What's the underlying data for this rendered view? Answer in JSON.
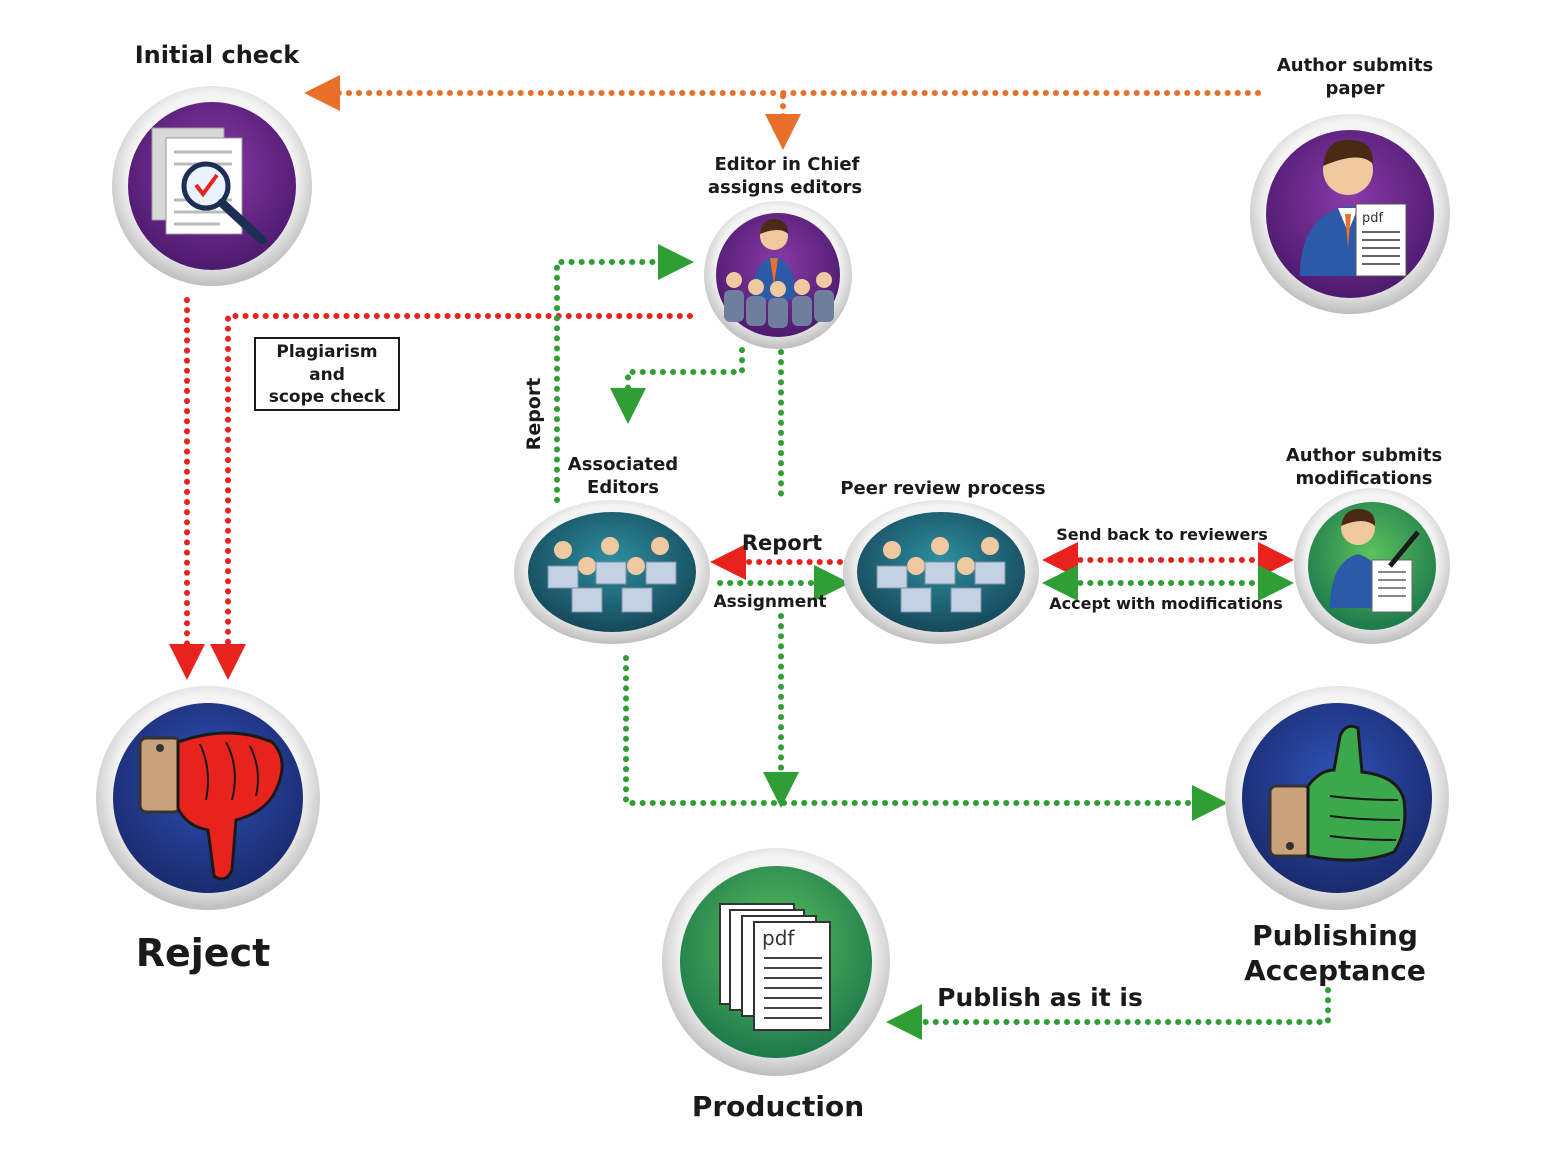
{
  "labels": {
    "initial_check": "Initial check",
    "author_submits_paper_1": "Author submits",
    "author_submits_paper_2": "paper",
    "editor_in_chief_1": "Editor in Chief",
    "editor_in_chief_2": "assigns editors",
    "plagiarism_1": "Plagiarism",
    "plagiarism_2": "and",
    "plagiarism_3": "scope check",
    "report_vertical": "Report",
    "associated_editors_1": "Associated",
    "associated_editors_2": "Editors",
    "peer_review": "Peer review process",
    "author_mod_1": "Author submits",
    "author_mod_2": "modifications",
    "report": "Report",
    "assignment": "Assignment",
    "send_back": "Send back to reviewers",
    "accept_mod": "Accept with modifications",
    "reject": "Reject",
    "publishing_1": "Publishing",
    "publishing_2": "Acceptance",
    "publish_as_is": "Publish as it is",
    "production": "Production",
    "pdf": "pdf"
  },
  "colors": {
    "orange": "#e8702a",
    "red": "#e8231e",
    "green": "#2e9e35",
    "purple": "#6a2a8c",
    "navy": "#1f3a8f",
    "teal": "#1f6f7f",
    "bright_green": "#3aa84b"
  },
  "icons": [
    "document-magnifier-icon",
    "author-pdf-icon",
    "editor-team-icon",
    "editors-group-icon",
    "reviewers-group-icon",
    "author-edit-icon",
    "thumbs-down-icon",
    "thumbs-up-icon",
    "pdf-stack-icon"
  ]
}
